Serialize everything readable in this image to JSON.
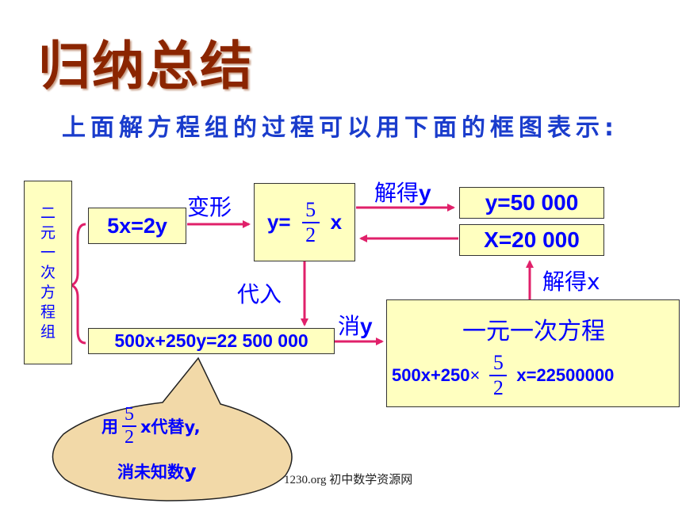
{
  "title": "归纳总结",
  "subtitle": "上面解方程组的过程可以用下面的框图表示:",
  "system_label_chars": [
    "二",
    "元",
    "一",
    "次",
    "方",
    "程",
    "组"
  ],
  "eq1": "5x=2y",
  "eq2": "500x+250y=22 500 000",
  "arrow_transform": "变形",
  "arrow_substitute": "代入",
  "arrow_eliminate": "消",
  "arrow_eliminate_var": "y",
  "arrow_solve_y": "解得",
  "arrow_solve_y_var": "y",
  "arrow_solve_x": "解得x",
  "transformed": {
    "lhs": "y=",
    "num": "5",
    "den": "2",
    "rhs": "x"
  },
  "result_y": "y=50 000",
  "result_x": "X=20 000",
  "single_eq": {
    "title": "一元一次方程",
    "lhs": "500x+250",
    "times": "×",
    "num": "5",
    "den": "2",
    "rhs": "x=22500000"
  },
  "bubble": {
    "prefix": "用",
    "num": "5",
    "den": "2",
    "suffix": "x代替y,",
    "line2": "消未知数",
    "line2_var": "y"
  },
  "footer": "1230.org 初中数学资源网",
  "colors": {
    "title": "#8b2500",
    "subtitle": "#1a3ccc",
    "text": "#0000ff",
    "box_fill": "#ffffc0",
    "arrow": "#e0206a",
    "brace": "#e0206a",
    "bubble_fill": "#f2d9a8"
  }
}
